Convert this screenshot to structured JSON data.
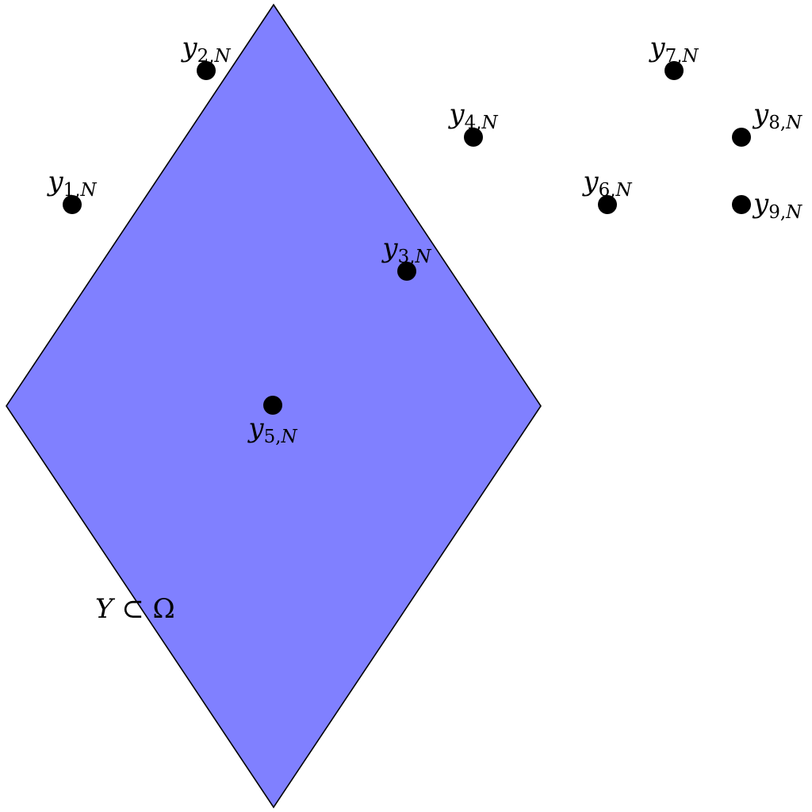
{
  "region": {
    "fill": "#8080ff",
    "stroke": "#000000",
    "label_var": "Y",
    "label_rest": " ⊂ Ω"
  },
  "points": [
    {
      "var": "y",
      "sub": "1,",
      "subvar": "N"
    },
    {
      "var": "y",
      "sub": "2,",
      "subvar": "N"
    },
    {
      "var": "y",
      "sub": "3,",
      "subvar": "N"
    },
    {
      "var": "y",
      "sub": "4,",
      "subvar": "N"
    },
    {
      "var": "y",
      "sub": "5,",
      "subvar": "N"
    },
    {
      "var": "y",
      "sub": "6,",
      "subvar": "N"
    },
    {
      "var": "y",
      "sub": "7,",
      "subvar": "N"
    },
    {
      "var": "y",
      "sub": "8,",
      "subvar": "N"
    },
    {
      "var": "y",
      "sub": "9,",
      "subvar": "N"
    }
  ],
  "point_color": "#000000"
}
